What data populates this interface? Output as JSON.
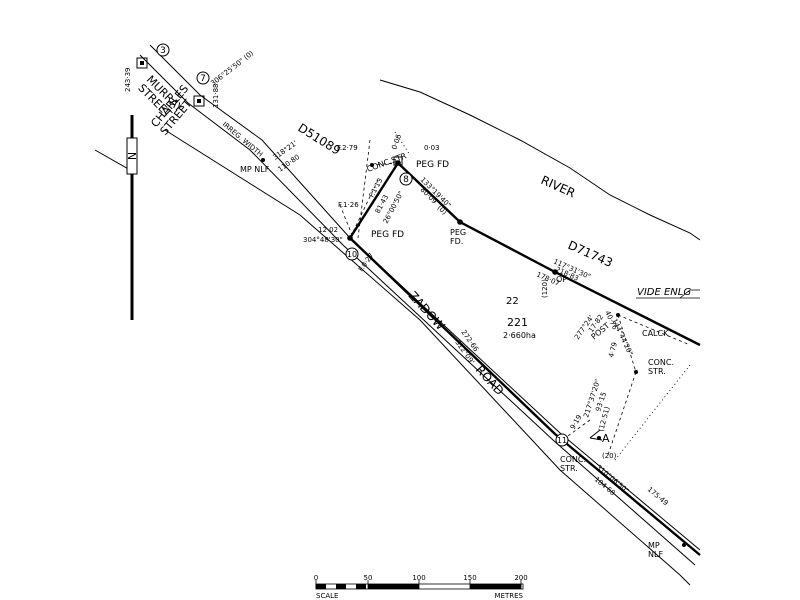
{
  "streets": {
    "murray": "MURRAY\nSTREET",
    "charles": "CHARLES\nSTREET",
    "zadow": "ZADOW",
    "road": "ROAD",
    "river": "RIVER"
  },
  "deposited_plans": {
    "d51089": "D51089",
    "d71743": "D71743"
  },
  "parcel": {
    "number": "221",
    "area": "2·660ha",
    "adjoining": "22"
  },
  "stations": {
    "s3": "3",
    "s7": "7",
    "s8": "8",
    "s10": "10",
    "s11": "11"
  },
  "marks": {
    "peg_fd_1": "PEG FD",
    "peg_fd_2": "PEG FD",
    "peg_fd_3": "PEG\nFD.",
    "conc_str_1": "CONC.STR",
    "conc_str_2": "CONC.\nSTR.",
    "conc_str_3": "CONC.\nSTR.",
    "mp_nlf_1": "MP NLF",
    "mp_nlf_2": "MP\nNLF",
    "irreg_width": "IRREG. WIDTH",
    "post": "POST",
    "op": "OP",
    "calck": "CALCK",
    "vide": "VIDE ENLG",
    "point_a": "A"
  },
  "bearings": {
    "b1": "306°25'50\" (0)",
    "b2": "318°21'",
    "b3": "110·80",
    "b4": "F.2·79",
    "b5": "0·06",
    "b6": "0·03",
    "b7": "133°19'40\"",
    "b8": "80·09",
    "b9": "(0)",
    "b10": "F.1·13",
    "b11": "81·43",
    "b12": "26°00'50\"",
    "b13": "F.1·26",
    "b14": "12·02",
    "b15": "304°48'30\"",
    "b16": "F.0·27",
    "b17": "117°31'30\"",
    "b18": "218·83",
    "b19": "178·07",
    "b20": "(120)",
    "b21": "272·66",
    "b22": "312°09'",
    "b23": "277°24'",
    "b24": "17·82",
    "b25": "40·76",
    "b26": "144°44'20\"",
    "b27": "4·79",
    "b28": "217°37'20\"",
    "b29": "93·15",
    "b30": "9·19",
    "b31": "(12·51)",
    "b32": "(20)",
    "b33": "310°06'50\"",
    "b34": "184·68",
    "b35": "175·49",
    "b36": "243·39",
    "b37": "131·88"
  },
  "scale_bar": {
    "ticks": [
      "0",
      "50",
      "100",
      "150",
      "200"
    ],
    "left_label": "SCALE",
    "right_label": "METRES"
  },
  "north": "N"
}
